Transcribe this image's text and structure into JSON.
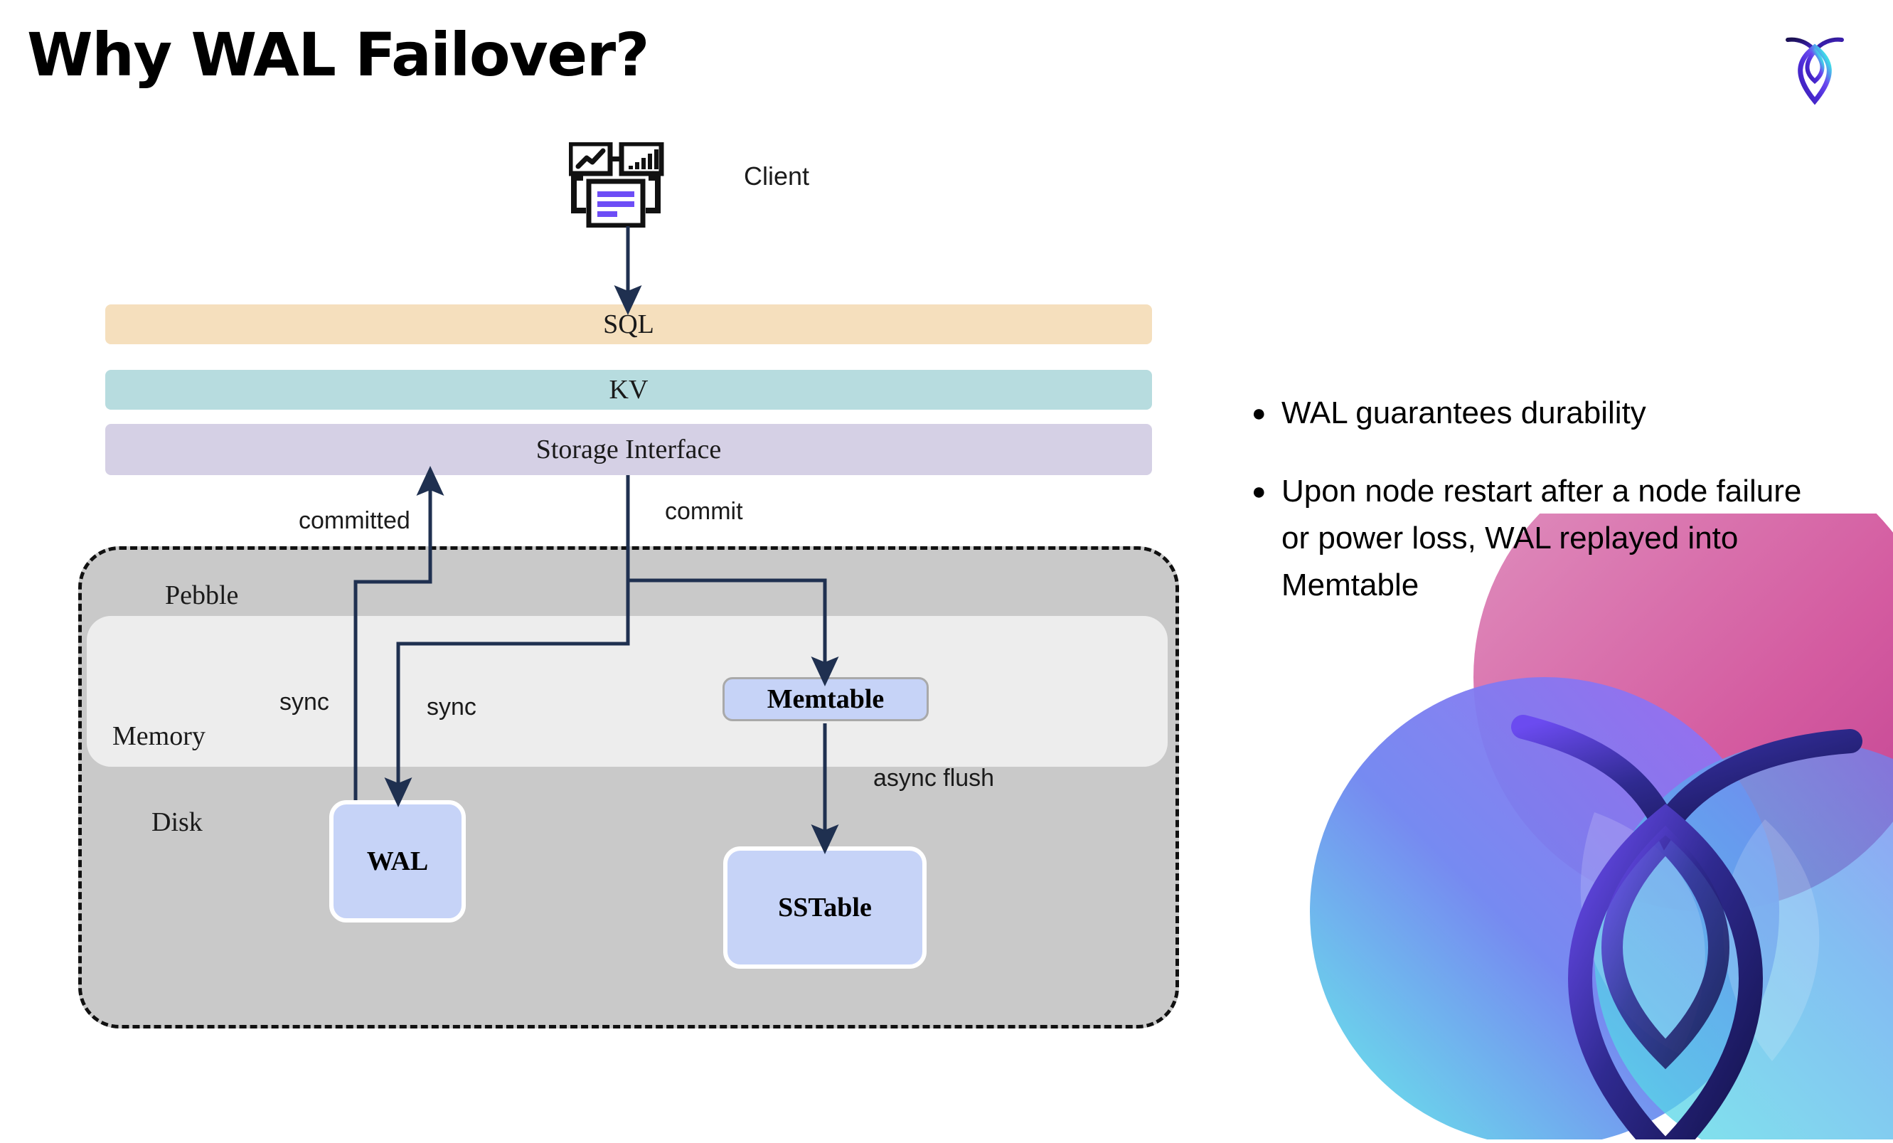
{
  "slide": {
    "title": "Why WAL Failover?"
  },
  "brand": {
    "logo_icon": "cockroach-leaf-logo-icon",
    "watermark_icon": "cockroach-leaf-watermark-icon",
    "gradient_colors": [
      "#5ce1e6",
      "#3b5bdb",
      "#4b19b0",
      "#9b4df0",
      "#d96aa8",
      "#e05c8a"
    ]
  },
  "diagram": {
    "client": {
      "label": "Client",
      "icon": "client-dashboard-icon",
      "accent_color": "#6d4df6"
    },
    "layers": [
      {
        "name": "SQL",
        "color": "#f5dfbd"
      },
      {
        "name": "KV",
        "color": "#b7dcdf"
      },
      {
        "name": "Storage Interface",
        "color": "#d5d0e5"
      }
    ],
    "containers": {
      "pebble": {
        "label": "Pebble",
        "fill": "#c9c9c9",
        "border": "#111111"
      },
      "memory": {
        "label": "Memory",
        "fill": "#ededed"
      },
      "disk": {
        "label": "Disk"
      }
    },
    "nodes": [
      {
        "id": "memtable",
        "label": "Memtable",
        "fill": "#c6d3f7",
        "border": "#a9a9a9"
      },
      {
        "id": "wal",
        "label": "WAL",
        "fill": "#c6d3f7",
        "border": "#ffffff"
      },
      {
        "id": "sstable",
        "label": "SSTable",
        "fill": "#c6d3f7",
        "border": "#ffffff"
      }
    ],
    "edge_labels": {
      "committed": "committed",
      "commit": "commit",
      "sync_left": "sync",
      "sync_right": "sync",
      "async_flush": "async flush"
    },
    "arrow_color": "#1f3050"
  },
  "bullets": [
    {
      "marker": "●",
      "text": "WAL guarantees durability"
    },
    {
      "marker": "●",
      "text": "Upon node restart after a node failure or power loss, WAL replayed into Memtable"
    }
  ]
}
